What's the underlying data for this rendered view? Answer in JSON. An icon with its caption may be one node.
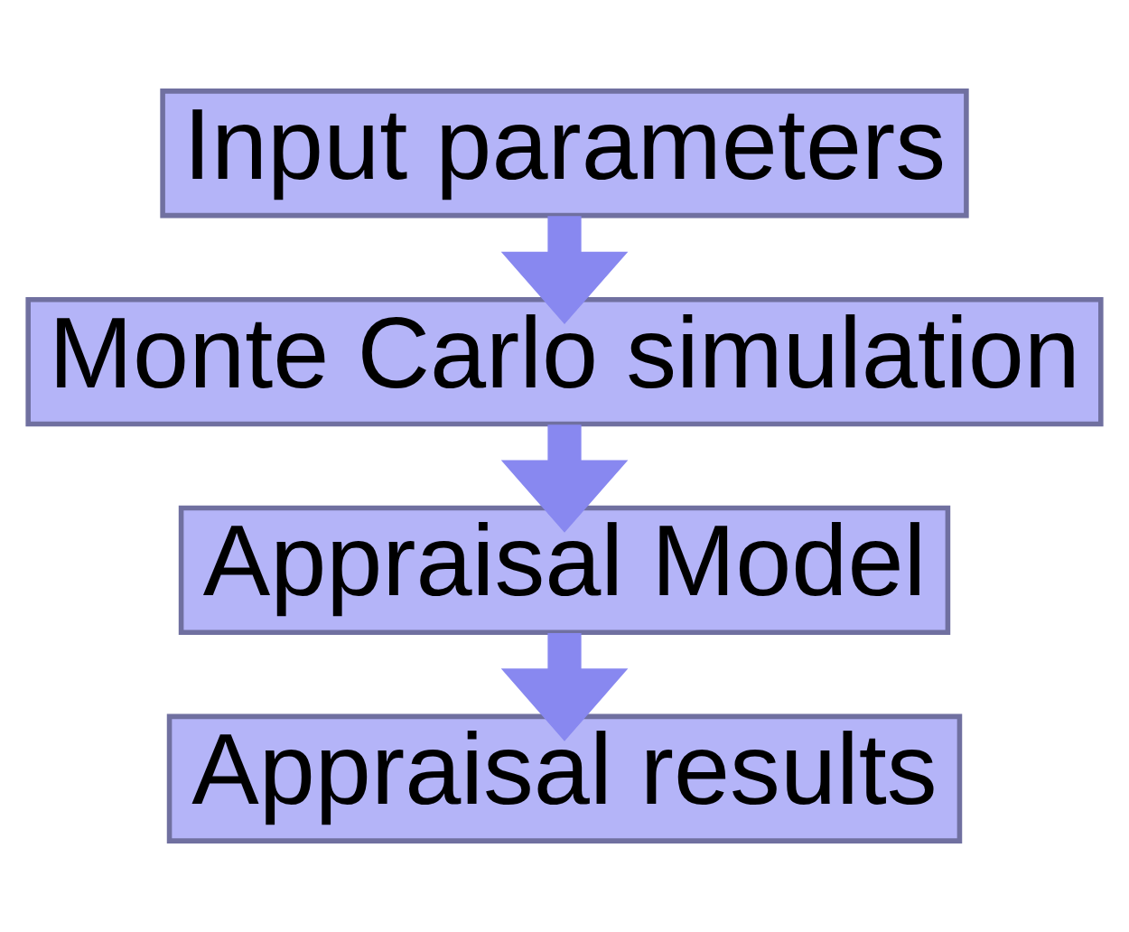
{
  "diagram": {
    "nodes": [
      {
        "text": [
          "Input parameters"
        ]
      },
      {
        "text": [
          "Monte Carlo simulation"
        ]
      },
      {
        "text": [
          "Appraisal Model"
        ]
      },
      {
        "text": [
          "Appraisal results"
        ]
      }
    ],
    "edges": [
      {
        "from": 0,
        "to": 1,
        "arrow": "to"
      },
      {
        "from": 1,
        "to": 2,
        "arrow": "to"
      },
      {
        "from": 2,
        "to": 3,
        "arrow": "to"
      }
    ]
  }
}
